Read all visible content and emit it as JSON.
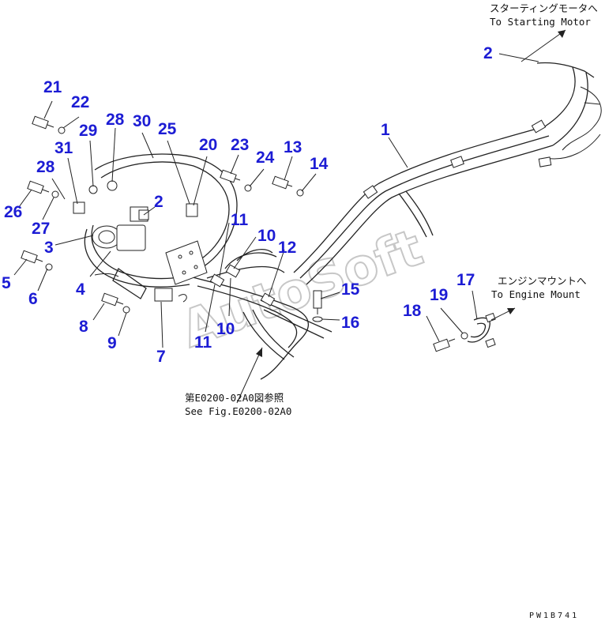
{
  "notes": {
    "starting_motor_jp": "スターティングモータへ",
    "starting_motor_en": "To Starting Motor",
    "engine_mount_jp": "エンジンマウントへ",
    "engine_mount_en": "To Engine Mount",
    "see_fig_jp": "第E0200-02A0図参照",
    "see_fig_en": "See Fig.E0200-02A0"
  },
  "drawing_code": "PW1B741",
  "watermark": "AutoSoft",
  "callouts": [
    "21",
    "22",
    "29",
    "28",
    "30",
    "25",
    "20",
    "23",
    "24",
    "13",
    "14",
    "31",
    "28",
    "2",
    "26",
    "27",
    "3",
    "5",
    "6",
    "4",
    "11",
    "10",
    "12",
    "8",
    "9",
    "7",
    "11",
    "10",
    "15",
    "16",
    "18",
    "19",
    "17",
    "1",
    "2"
  ],
  "colors": {
    "callout": "#1c1cd4",
    "line": "#222222"
  }
}
